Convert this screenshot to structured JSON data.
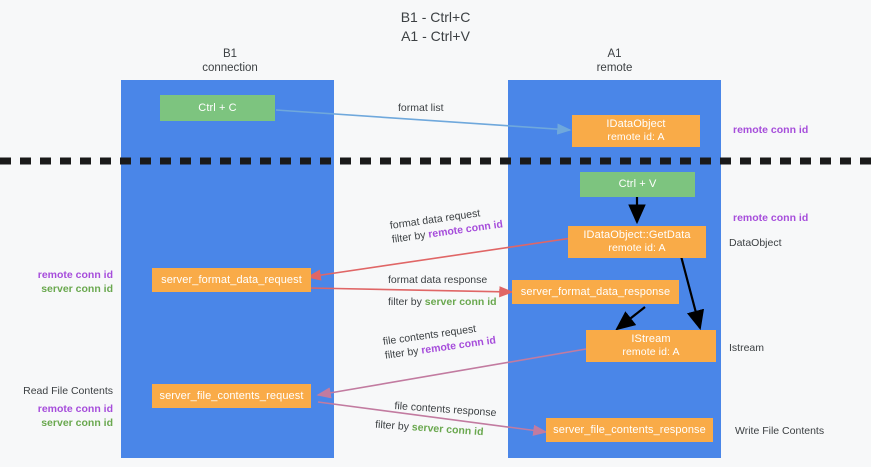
{
  "title": "B1 - Ctrl+C\nA1 - Ctrl+V",
  "lanes": [
    {
      "header": "B1\nconnection"
    },
    {
      "header": "A1\nremote"
    }
  ],
  "nodes": {
    "ctrl_c": {
      "line1": "Ctrl + C"
    },
    "data_object": {
      "line1": "IDataObject",
      "line2": "remote id: A"
    },
    "ctrl_v": {
      "line1": "Ctrl + V"
    },
    "get_data": {
      "line1": "IDataObject::GetData",
      "line2": "remote id: A"
    },
    "server_format_data_request": {
      "line1": "server_format_data_request"
    },
    "server_format_data_response": {
      "line1": "server_format_data_response"
    },
    "istream": {
      "line1": "IStream",
      "line2": "remote id: A"
    },
    "server_file_contents_request": {
      "line1": "server_file_contents_request"
    },
    "server_file_contents_response": {
      "line1": "server_file_contents_response"
    }
  },
  "edge_labels": {
    "format_list": "format list",
    "format_data_request": "format data request",
    "format_data_request_filter_prefix": "filter by ",
    "format_data_request_filter_key": "remote conn id",
    "format_data_response": "format data response",
    "format_data_response_filter_prefix": "filter by ",
    "format_data_response_filter_key": "server conn id",
    "file_contents_request": "file contents request",
    "file_contents_request_filter_prefix": "filter by ",
    "file_contents_request_filter_key": "remote conn id",
    "file_contents_response": "file contents response",
    "file_contents_response_filter_prefix": "filter by ",
    "file_contents_response_filter_key": "server conn id"
  },
  "annotations": {
    "right_top_remote": "remote conn id",
    "right_mid_remote": "remote conn id",
    "right_data_object": "DataObject",
    "right_istream": "Istream",
    "right_write_file_contents": "Write File Contents",
    "left_mid_remote": "remote conn id",
    "left_mid_server": "server conn id",
    "left_read_file_contents": "Read File Contents",
    "left_bottom_remote": "remote conn id",
    "left_bottom_server": "server conn id"
  },
  "colors": {
    "lane": "#4a86e8",
    "green_node": "#7dc47f",
    "orange_node": "#f9ab48",
    "remote_key": "#a64ddb",
    "server_key": "#6aa84f",
    "arrow_blue": "#6fa8dc",
    "arrow_red": "#e06666",
    "arrow_purple": "#c27ba0",
    "arrow_black": "#000000",
    "divider": "#1a1a1a"
  }
}
